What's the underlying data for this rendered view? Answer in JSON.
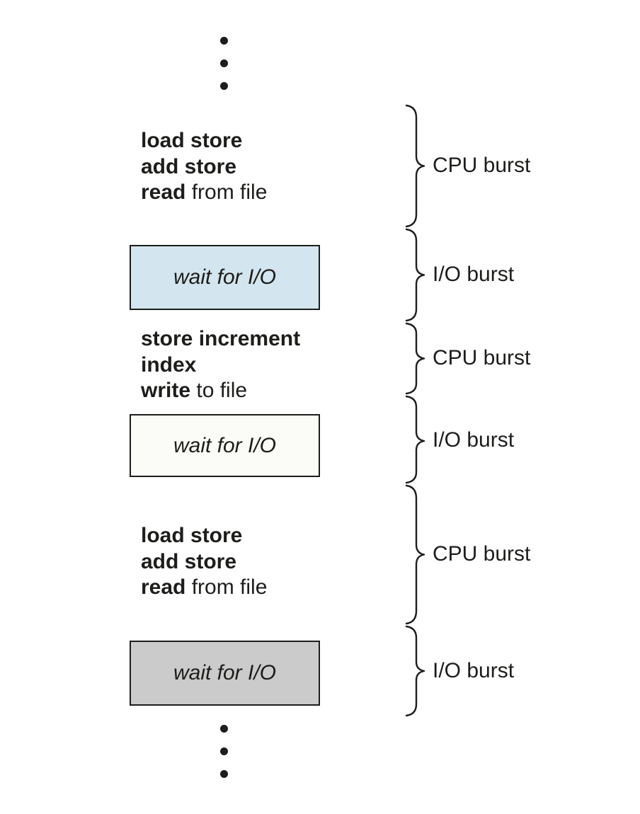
{
  "figure": {
    "kind": "cpu-io-burst-cycle-diagram"
  },
  "colors": {
    "ink": "#1d1d1b",
    "io_wait_fill_1": "#d3e5ee",
    "io_wait_fill_2": "#fbfbf7",
    "io_wait_fill_3": "#cbcbcb"
  },
  "icons": {
    "top_ellipsis": "vertical-ellipsis",
    "bottom_ellipsis": "vertical-ellipsis"
  },
  "blocks": [
    {
      "kind": "cpu",
      "lines": [
        {
          "bold": "load store",
          "rest": ""
        },
        {
          "bold": "add store",
          "rest": ""
        },
        {
          "bold": "read",
          "rest": " from file"
        }
      ]
    },
    {
      "kind": "io",
      "text": "wait for I/O",
      "fill": "#d3e5ee"
    },
    {
      "kind": "cpu",
      "lines": [
        {
          "bold": "store increment",
          "rest": ""
        },
        {
          "bold": "index",
          "rest": ""
        },
        {
          "bold": "write",
          "rest": " to file"
        }
      ]
    },
    {
      "kind": "io",
      "text": "wait for I/O",
      "fill": "#fbfbf7"
    },
    {
      "kind": "cpu",
      "lines": [
        {
          "bold": "load store",
          "rest": ""
        },
        {
          "bold": "add store",
          "rest": ""
        },
        {
          "bold": "read",
          "rest": " from file"
        }
      ]
    },
    {
      "kind": "io",
      "text": "wait for I/O",
      "fill": "#cbcbcb"
    }
  ],
  "bursts": [
    {
      "label": "CPU burst"
    },
    {
      "label": "I/O burst"
    },
    {
      "label": "CPU burst"
    },
    {
      "label": "I/O burst"
    },
    {
      "label": "CPU burst"
    },
    {
      "label": "I/O burst"
    }
  ]
}
